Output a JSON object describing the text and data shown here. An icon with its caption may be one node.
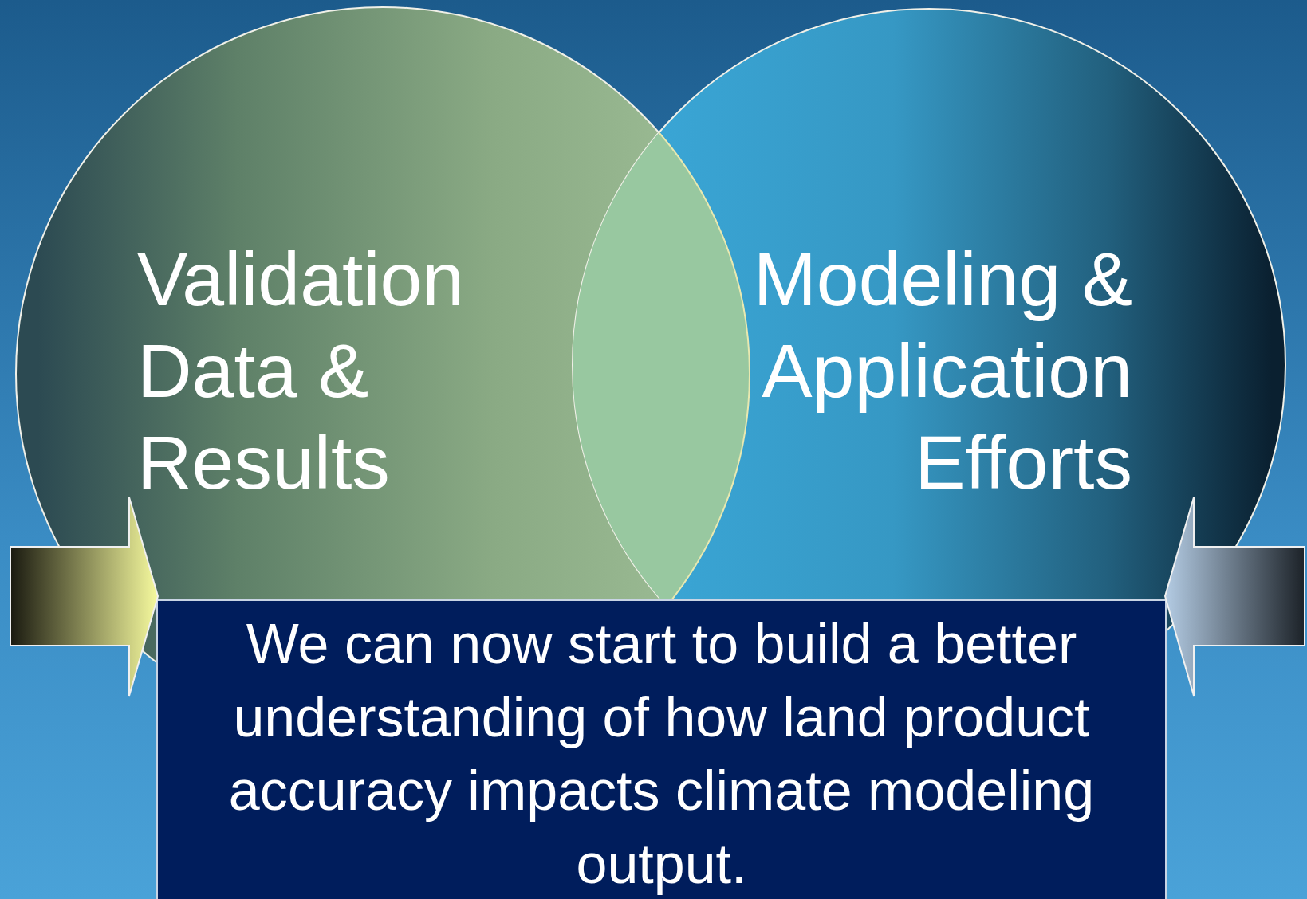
{
  "diagram": {
    "nodes": [
      {
        "text": [
          "Validation Data & Results"
        ]
      },
      {
        "text": [
          "Modeling & Application Efforts"
        ]
      },
      {
        "text": [
          "We can now start to build a better understanding of how land product accuracy impacts climate modeling output."
        ]
      }
    ],
    "edges": [
      {
        "from": null,
        "to": 2,
        "arrow": "to"
      },
      {
        "from": null,
        "to": 2,
        "arrow": "to"
      }
    ]
  }
}
